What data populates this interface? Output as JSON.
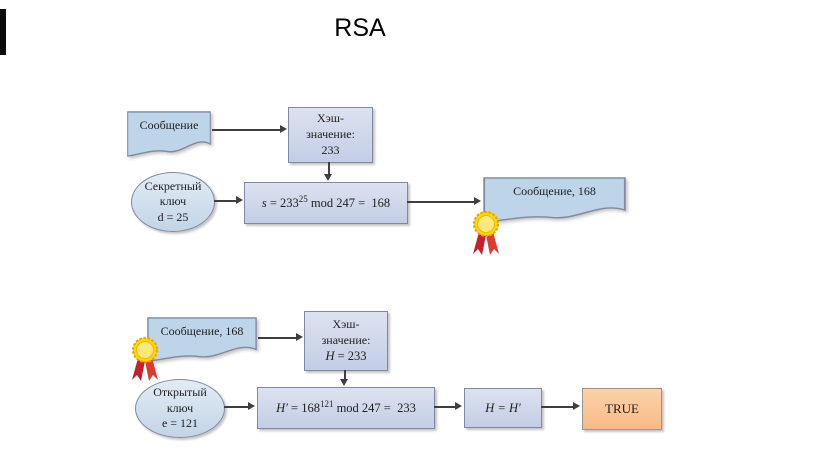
{
  "title": "RSA",
  "colors": {
    "box_fill": "#c9d1e8",
    "document_fill": "#bed4e9",
    "key_fill": "#ccd9ea",
    "result_fill": "#fbc49c",
    "border": "#7f8a9e",
    "arrow": "#3f3f3f",
    "seal_gold": "#ffd60a",
    "seal_ribbon": "#c8202a"
  },
  "sign_flow": {
    "message_doc": "Сообщение",
    "hash_box": {
      "line1": "Хэш-",
      "line2": "значение:",
      "line3": "233"
    },
    "secret_key": {
      "line1": "Секретный",
      "line2": "ключ",
      "line3": "d = 25"
    },
    "formula": {
      "lhs": "s",
      "eq": " = 233",
      "exponent": "25",
      "rhs": " mod 247 =  168"
    },
    "signed_doc": "Сообщение, 168"
  },
  "verify_flow": {
    "signed_doc": "Сообщение, 168",
    "hash_box": {
      "line1": "Хэш-",
      "line2": "значение:",
      "line3_var": "H",
      "line3_rest": " = 233"
    },
    "public_key": {
      "line1": "Открытый",
      "line2": "ключ",
      "line3": "e = 121"
    },
    "formula": {
      "lhs": "H′",
      "eq": " = 168",
      "exponent": "121",
      "rhs": " mod 247 =  233"
    },
    "compare": "H = H′",
    "result": "TRUE"
  }
}
